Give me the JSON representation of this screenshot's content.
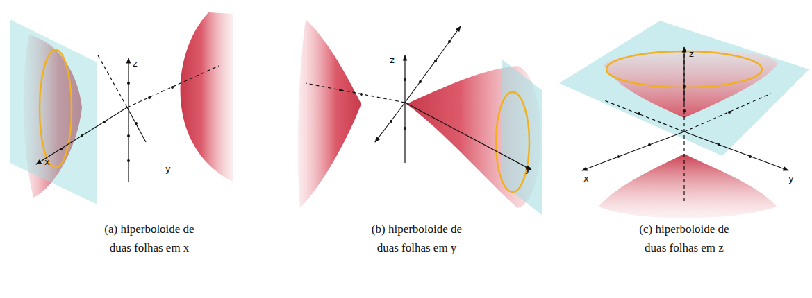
{
  "diagram": {
    "labels": [
      "z",
      "x",
      "y",
      "z",
      "y",
      "z",
      "x",
      "y",
      "(a) hiperboloide de duas folhas em x",
      "(b) hiperboloide de duas folhas em y",
      "(c) hiperboloide de duas folhas em z"
    ]
  }
}
